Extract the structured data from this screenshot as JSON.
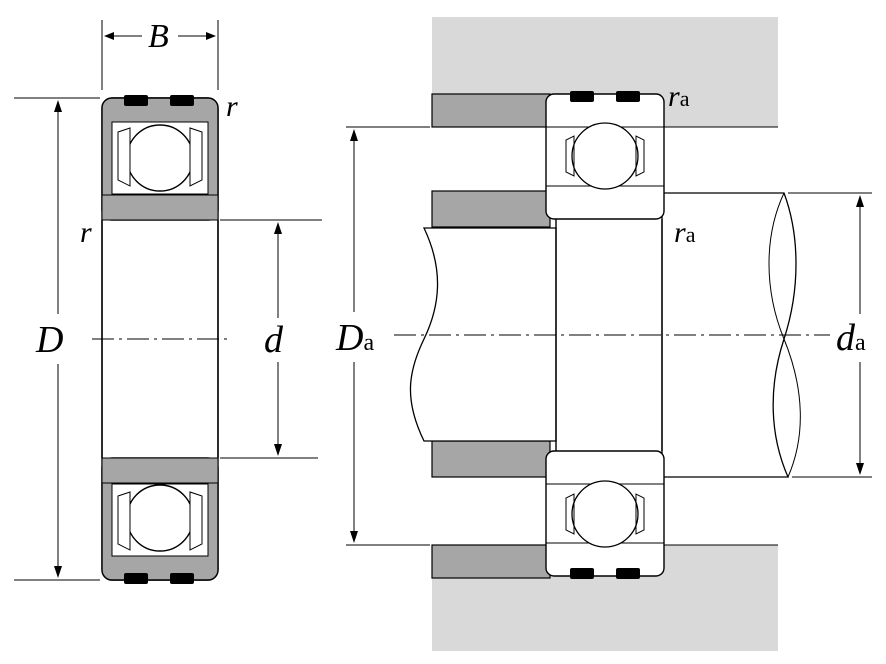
{
  "labels": {
    "B": "B",
    "D": "D",
    "d": "d",
    "r_top": "r",
    "r_left": "r",
    "Da_main": "D",
    "Da_sub": "a",
    "da_main": "d",
    "da_sub": "a",
    "ra_top_main": "r",
    "ra_top_sub": "a",
    "ra_mid_main": "r",
    "ra_mid_sub": "a"
  },
  "colors": {
    "ring_gray": "#a6a6a6",
    "housing_gray": "#d9d9d9",
    "seal_black": "#000000",
    "line": "#000000"
  }
}
